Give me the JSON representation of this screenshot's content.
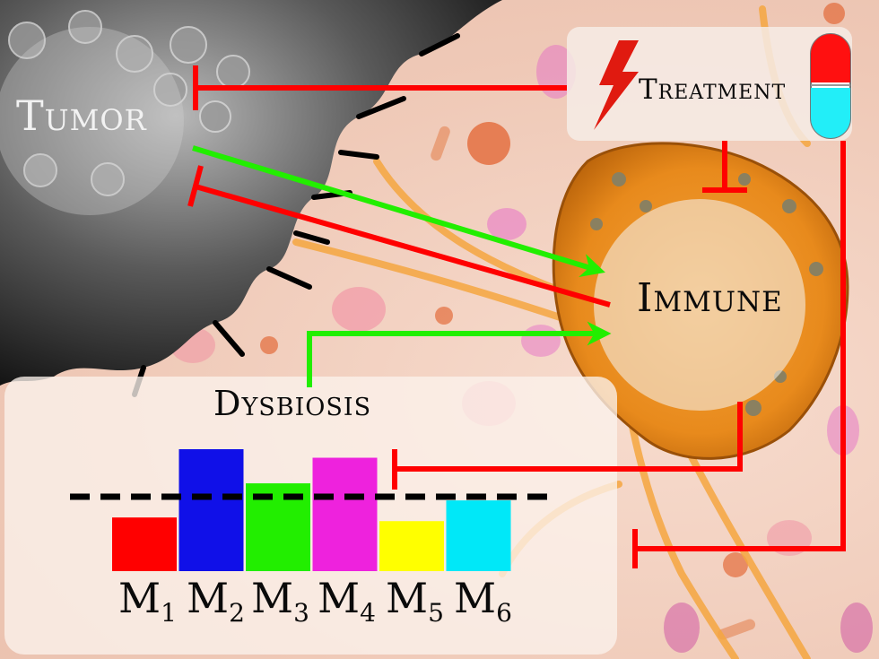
{
  "diagram": {
    "nodes": {
      "tumor": "Tumor",
      "immune": "Immune",
      "treatment": "Treatment",
      "dysbiosis": "Dysbiosis"
    },
    "edges": [
      {
        "from": "treatment",
        "to": "tumor",
        "type": "inhibit",
        "color": "#ff0000"
      },
      {
        "from": "treatment",
        "to": "immune",
        "type": "inhibit",
        "color": "#ff0000"
      },
      {
        "from": "treatment",
        "to": "dysbiosis",
        "type": "inhibit",
        "color": "#ff0000"
      },
      {
        "from": "tumor",
        "to": "immune",
        "type": "activate",
        "color": "#22ee00"
      },
      {
        "from": "immune",
        "to": "tumor",
        "type": "inhibit",
        "color": "#ff0000"
      },
      {
        "from": "dysbiosis",
        "to": "immune",
        "type": "activate",
        "color": "#22ee00"
      },
      {
        "from": "immune",
        "to": "dysbiosis",
        "type": "inhibit",
        "color": "#ff0000"
      }
    ],
    "icons": [
      "lightning-icon",
      "pill-capsule-icon"
    ]
  },
  "chart_data": {
    "type": "bar",
    "categories": [
      {
        "letter": "M",
        "sub": "1"
      },
      {
        "letter": "M",
        "sub": "2"
      },
      {
        "letter": "M",
        "sub": "3"
      },
      {
        "letter": "M",
        "sub": "4"
      },
      {
        "letter": "M",
        "sub": "5"
      },
      {
        "letter": "M",
        "sub": "6"
      }
    ],
    "values": [
      0.44,
      1.0,
      0.72,
      0.93,
      0.41,
      0.58
    ],
    "reference_level": 0.61,
    "colors": [
      "#ff0000",
      "#1010e8",
      "#22ee00",
      "#ee22dd",
      "#ffff00",
      "#00e8f8"
    ],
    "title": "",
    "xlabel": "",
    "ylabel": ""
  }
}
